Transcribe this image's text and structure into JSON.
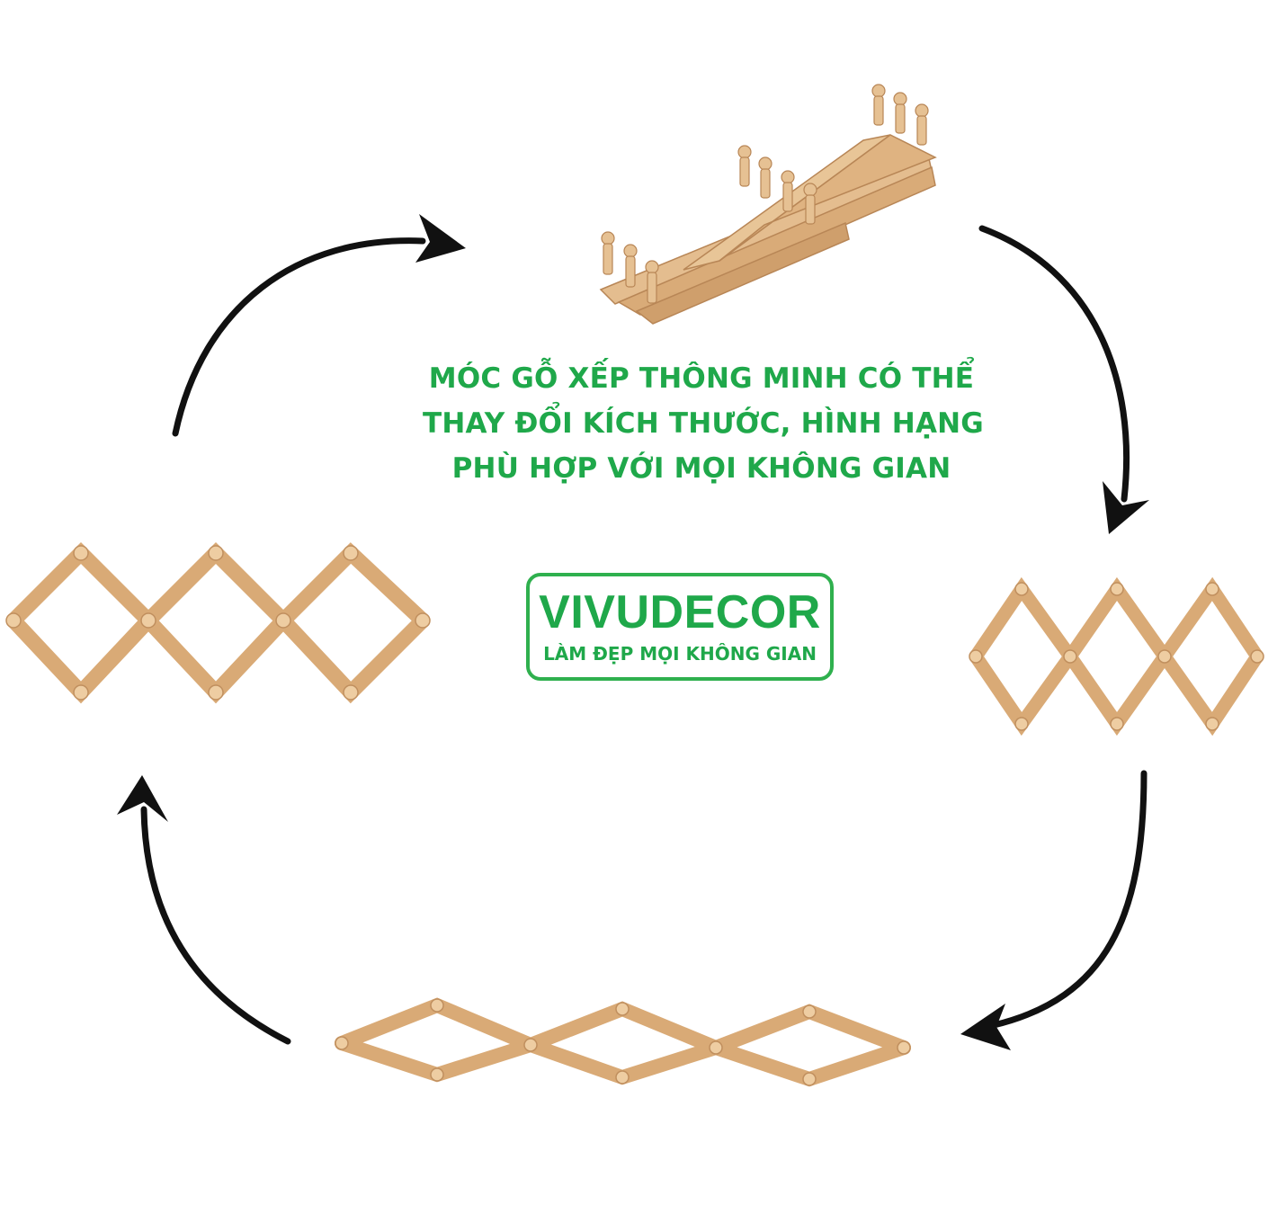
{
  "headline": {
    "lines": [
      "MÓC GỖ XẾP THÔNG MINH CÓ THỂ",
      "THAY ĐỔI KÍCH THƯỚC, HÌNH HẠNG",
      "PHÙ HỢP VỚI MỌI KHÔNG GIAN"
    ],
    "color": "#1fa84a"
  },
  "logo": {
    "brand": "VIVUDECOR",
    "slogan": "LÀM ĐẸP MỌI KHÔNG GIAN",
    "border_color": "#2fb04e"
  },
  "colors": {
    "wood": "#e3b98a",
    "wood_dark": "#c99462",
    "arrow": "#111111"
  },
  "products": [
    {
      "name": "folded-rack",
      "state": "folded"
    },
    {
      "name": "rack-square",
      "state": "square"
    },
    {
      "name": "rack-diamond",
      "state": "tall-diamond"
    },
    {
      "name": "rack-wide",
      "state": "extended"
    }
  ]
}
